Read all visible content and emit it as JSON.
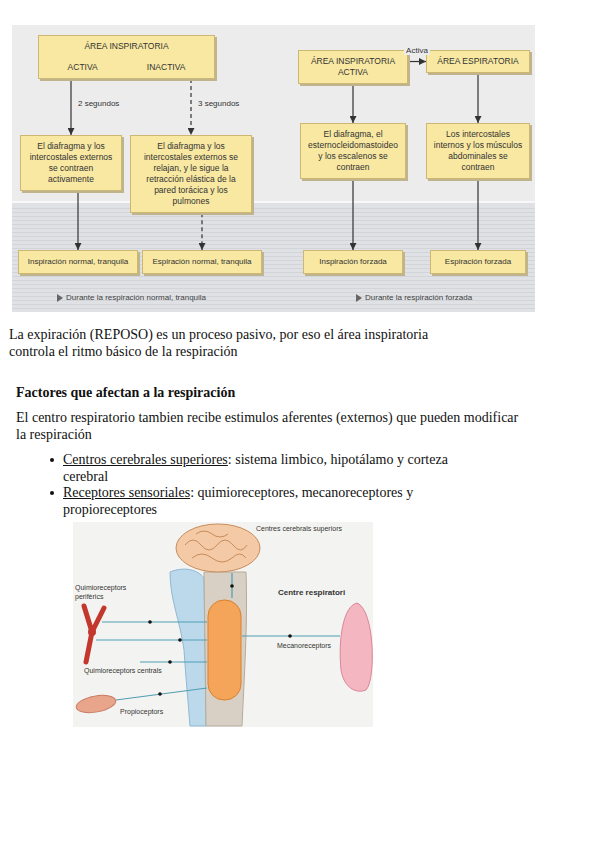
{
  "diagram": {
    "title": "Factores que afectan a la respiración",
    "nodes": [
      {
        "text": [
          "ÁREA INSPIRATORIA",
          "ACTIVA",
          "INACTIVA"
        ]
      },
      {
        "text": [
          "El diafragma y los intercostales externos se contraen activamente"
        ]
      },
      {
        "text": [
          "El diafragma y los intercostales externos se relajan, y le sigue la retracción elástica de la pared torácica y los pulmones"
        ]
      },
      {
        "text": [
          "Inspiración normal, tranquila"
        ]
      },
      {
        "text": [
          "Espiración normal, tranquila"
        ]
      },
      {
        "text": [
          "ÁREA INSPIRATORIA ACTIVA"
        ]
      },
      {
        "text": [
          "ÁREA ESPIRATORIA"
        ]
      },
      {
        "text": [
          "El diafragma, el esternocleidomastoideo y los escalenos se contraen"
        ]
      },
      {
        "text": [
          "Los intercostales internos y los músculos abdominales se contraen"
        ]
      },
      {
        "text": [
          "Inspiración forzada"
        ]
      },
      {
        "text": [
          "Espiración forzada"
        ]
      }
    ],
    "edges": [
      {
        "from": 0,
        "to": 1,
        "arrow": "to",
        "label": "2 segundos"
      },
      {
        "from": 0,
        "to": 2,
        "arrow": "to",
        "label": "3 segundos"
      },
      {
        "from": 1,
        "to": 3,
        "arrow": "to"
      },
      {
        "from": 2,
        "to": 4,
        "arrow": "to"
      },
      {
        "from": 5,
        "to": 6,
        "arrow": "to",
        "label": "Activa"
      },
      {
        "from": 5,
        "to": 7,
        "arrow": "to"
      },
      {
        "from": 7,
        "to": 9,
        "arrow": "to"
      },
      {
        "from": 6,
        "to": 8,
        "arrow": "to"
      },
      {
        "from": 8,
        "to": 10,
        "arrow": "to"
      }
    ],
    "labels": [
      "Durante la respiración normal, tranquila",
      "Durante la respiración forzada",
      "La expiración (REPOSO) es un proceso pasivo, por eso el área inspiratoria controla el ritmo básico de la respiración",
      "El centro respiratorio tambien recibe estimulos aferentes (externos) que pueden modificar la respiración",
      "Centros cerebrales superiores",
      ": sistema limbico, hipotálamo y corteza cerebral",
      "Receptores sensoriales",
      ": quimioreceptores, mecanoreceptores y propioreceptores",
      "Centres cerebrals superiors",
      "Quimioreceptors perifèrics",
      "Centre respiratori",
      "Mecanoreceptors",
      "Quimioreceptors centrals",
      "Propioceptors"
    ]
  }
}
